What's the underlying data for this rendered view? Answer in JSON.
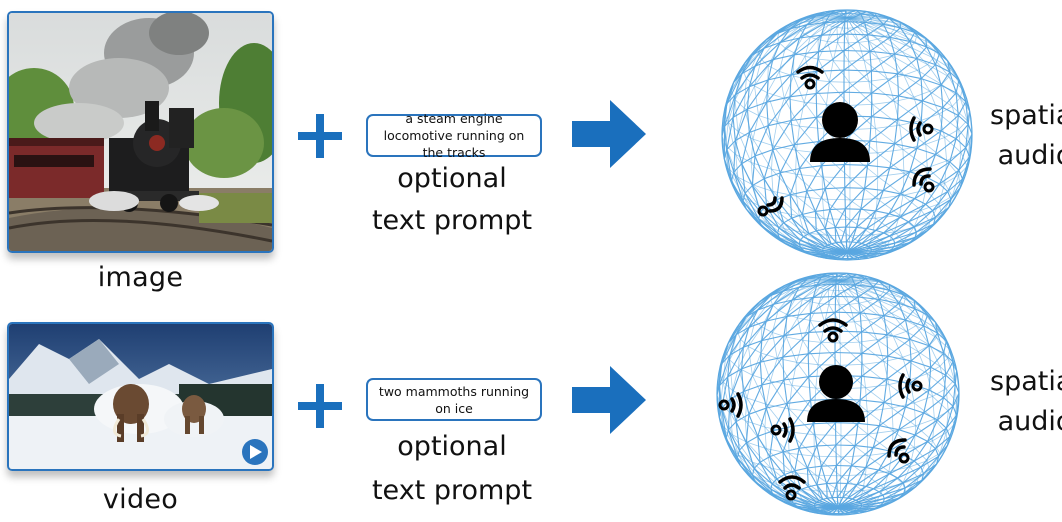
{
  "rows": [
    {
      "input_caption": "image",
      "prompt_text": "a steam engine locomotive running on the tracks",
      "prompt_caption_line1": "optional",
      "prompt_caption_line2": "text prompt",
      "output_line1": "spatial",
      "output_line2": "audio"
    },
    {
      "input_caption": "video",
      "prompt_text": "two mammoths running on ice",
      "prompt_caption_line1": "optional",
      "prompt_caption_line2": "text prompt",
      "output_line1": "spatial",
      "output_line2": "audio"
    }
  ],
  "colors": {
    "accent": "#1a6fbd",
    "sphere_line": "#5aa7e0"
  }
}
